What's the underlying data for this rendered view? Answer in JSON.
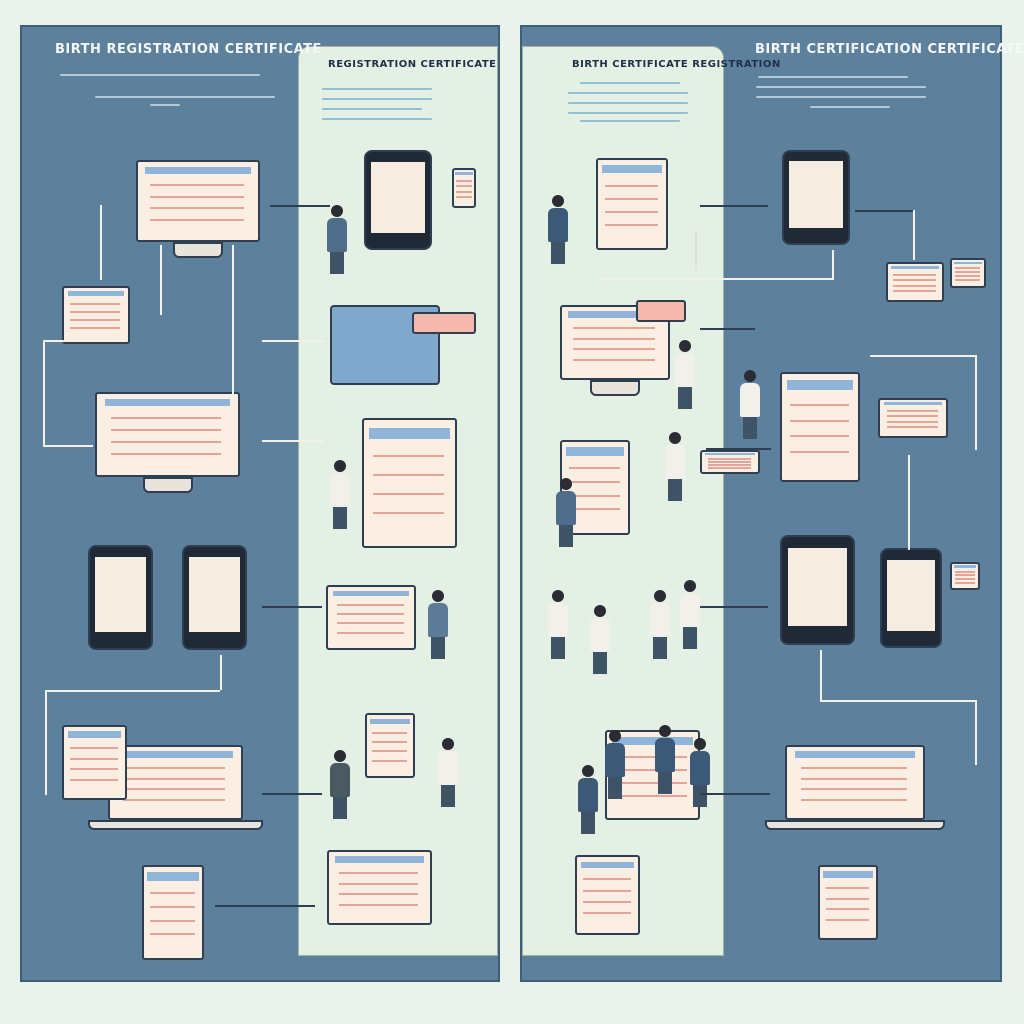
{
  "left": {
    "title": "BIRTH REGISTRATION CERTIFICATE",
    "inner_title": "REGISTRATION CERTIFICATE"
  },
  "right": {
    "title": "BIRTH CERTIFICATION CERTIFICATE",
    "inner_title": "BIRTH CERTIFICATE REGISTRATION"
  },
  "colors": {
    "panel": "#5d819c",
    "inner": "#e4f0e4",
    "background": "#e9f3ec",
    "document": "#fbeee2",
    "accent_blue": "#8fb5d8",
    "accent_pink": "#e4a598"
  }
}
